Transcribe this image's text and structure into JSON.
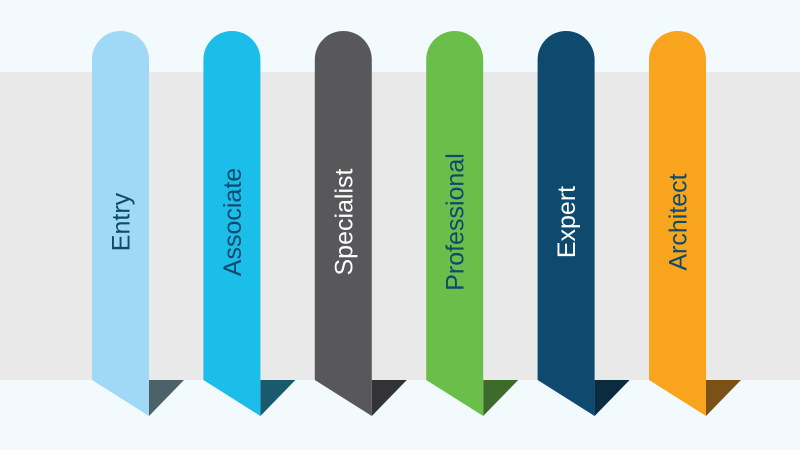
{
  "colors": {
    "background": "#f3fafd",
    "band": "#e8e9e8"
  },
  "levels": [
    {
      "label": "Entry",
      "fill": "#9fd9f6",
      "fold": "#4a6268",
      "text": "#0e4a6e"
    },
    {
      "label": "Associate",
      "fill": "#1bbde9",
      "fold": "#1a5a6e",
      "text": "#0e4a6e"
    },
    {
      "label": "Specialist",
      "fill": "#58585a",
      "fold": "#333335",
      "text": "#ffffff"
    },
    {
      "label": "Professional",
      "fill": "#6abf4b",
      "fold": "#3d6b2c",
      "text": "#0e4a6e"
    },
    {
      "label": "Expert",
      "fill": "#0d4a6e",
      "fold": "#0a2b40",
      "text": "#ffffff"
    },
    {
      "label": "Architect",
      "fill": "#f8a51d",
      "fold": "#7a5218",
      "text": "#0e4a6e"
    }
  ]
}
